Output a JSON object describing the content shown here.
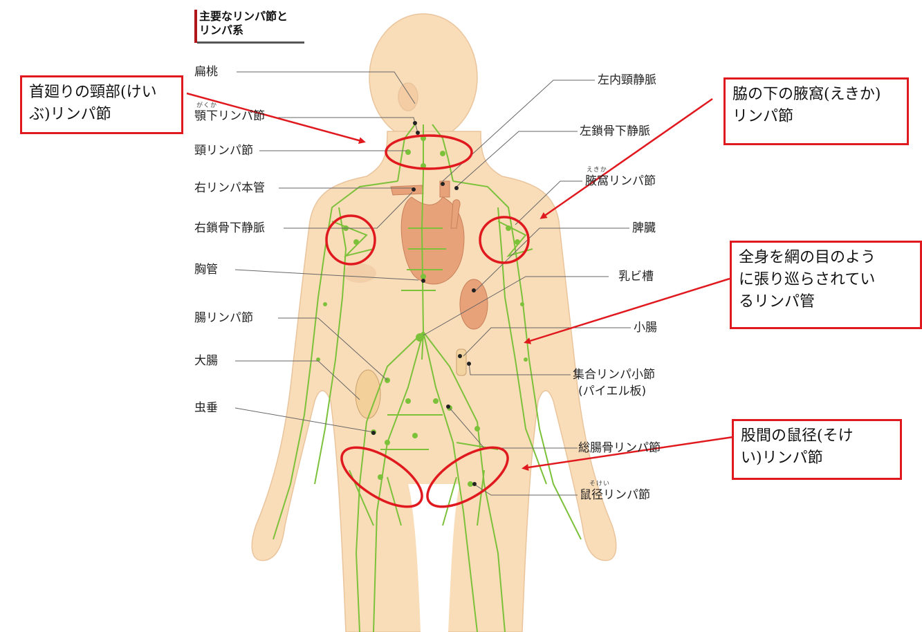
{
  "title": {
    "line1": "主要なリンパ節と",
    "line2": "リンパ系"
  },
  "labels_left": {
    "tonsil": "扁桃",
    "submandibular_ruby": "がくか",
    "submandibular": "顎下リンパ節",
    "cervical": "頸リンパ節",
    "right_lymph_duct": "右リンパ本管",
    "right_subclavian_vein": "右鎖骨下静脈",
    "thoracic_duct": "胸管",
    "intestinal_nodes": "腸リンパ節",
    "large_intestine": "大腸",
    "appendix": "虫垂"
  },
  "labels_right": {
    "left_internal_jugular": "左内頸静脈",
    "left_subclavian_vein": "左鎖骨下静脈",
    "axillary_ruby": "えきか",
    "axillary": "腋窩リンパ節",
    "spleen": "脾臓",
    "cisterna_chyli": "乳ビ槽",
    "small_intestine": "小腸",
    "peyer_line1": "集合リンパ小節",
    "peyer_line2": "(パイエル板)",
    "common_iliac": "総腸骨リンパ節",
    "inguinal_ruby": "そけい",
    "inguinal": "鼠径リンパ節"
  },
  "callouts": {
    "neck": [
      "首廻りの頸部(けい",
      "ぶ)リンパ節"
    ],
    "armpit": [
      "脇の下の腋窩(えきか)",
      "リンパ節"
    ],
    "vessels": [
      "全身を網の目のよう",
      "に張り巡らされてい",
      "るリンパ管"
    ],
    "groin": [
      "股間の鼠径(そけ",
      "い)リンパ節"
    ]
  },
  "colors": {
    "skin": "#f9dcb8",
    "lymph": "#7cc13a",
    "organ": "#e7a27a",
    "accent": "#e0191f"
  }
}
